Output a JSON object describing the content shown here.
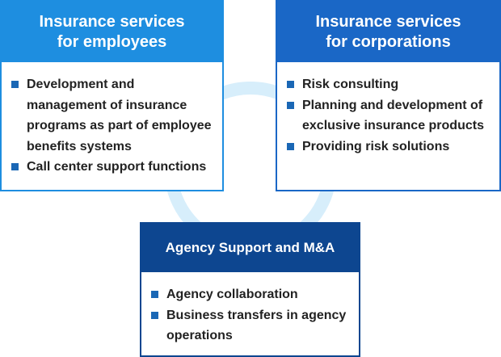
{
  "colors": {
    "employees_header": "#1e8ee0",
    "corporations_header": "#1a67c6",
    "agency_header": "#0d4690",
    "bullet": "#1a67b5",
    "ring": "#d7eefb"
  },
  "employees": {
    "title_line1": "Insurance services",
    "title_line2": "for employees",
    "items": [
      "Development and management of insurance programs as part of employee benefits systems",
      "Call center support functions"
    ]
  },
  "corporations": {
    "title_line1": "Insurance services",
    "title_line2": "for corporations",
    "items": [
      "Risk consulting",
      "Planning and development of exclusive insurance products",
      "Providing risk solutions"
    ]
  },
  "agency": {
    "title": "Agency Support and M&A",
    "items": [
      "Agency collaboration",
      "Business transfers in agency operations"
    ]
  }
}
